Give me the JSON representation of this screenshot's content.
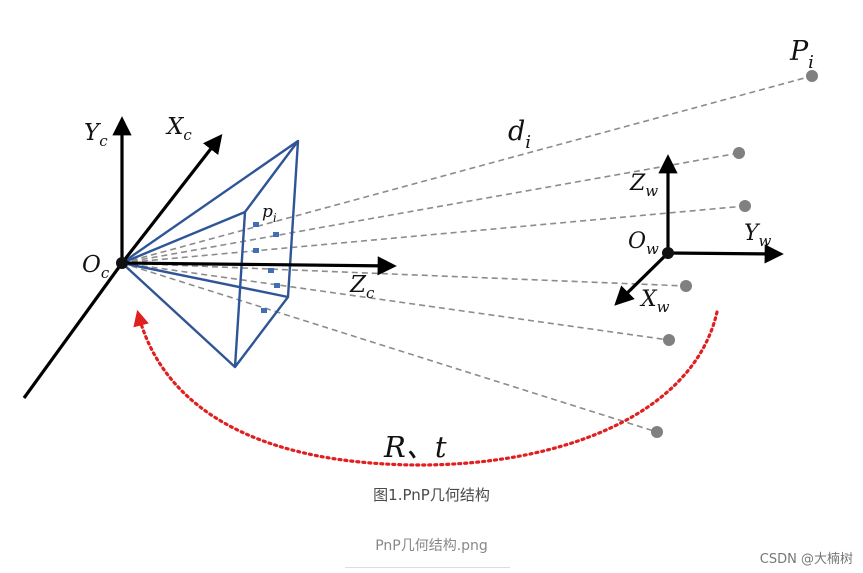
{
  "labels": {
    "Yc": "Y_c",
    "Xc": "X_c",
    "Zc": "Z_c",
    "Oc": "O_c",
    "pi": "p_i",
    "di": "d_i",
    "Pi": "P_i",
    "Zw": "Z_w",
    "Yw": "Y_w",
    "Xw": "X_w",
    "Ow": "O_w",
    "Rt": "R、t"
  },
  "caption": "图1.PnP几何结构",
  "file_name": "PnP几何结构.png",
  "watermark": "CSDN @大楠树",
  "colors": {
    "axis": "#000000",
    "frustum": "#2f5597",
    "ray": "#8c8c8c",
    "point": "#808080",
    "arc": "#e02020",
    "image_point": "#3f6fb5"
  }
}
